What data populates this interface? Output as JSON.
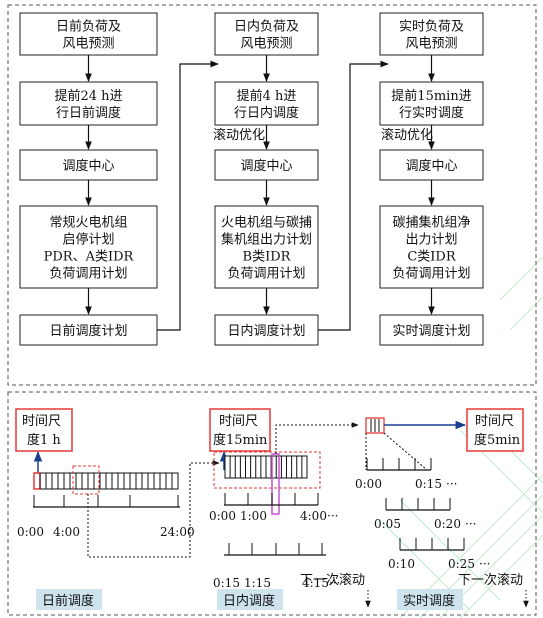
{
  "colors": {
    "box_border": "#222222",
    "dashed_border": "#555555",
    "red": "#e53935",
    "blue": "#1a3f8f",
    "magenta": "#c94fd6",
    "label_bg": "#cfe3ef",
    "watermark": "#a7e2b8"
  },
  "columns": [
    {
      "title": [
        "日前负荷及",
        "风电预测"
      ],
      "advance": [
        "提前24 h进",
        "行日前调度"
      ],
      "center": "调度中心",
      "plan": [
        "常规火电机组",
        "启停计划",
        "PDR、A类IDR",
        "负荷调用计划"
      ],
      "output": "日前调度计划"
    },
    {
      "title": [
        "日内负荷及",
        "风电预测"
      ],
      "advance": [
        "提前4 h进",
        "行日内调度"
      ],
      "rolling": "滚动优化",
      "center": "调度中心",
      "plan": [
        "火电机组与碳捕",
        "集机组出力计划",
        "B类IDR",
        "负荷调用计划"
      ],
      "output": "日内调度计划"
    },
    {
      "title": [
        "实时负荷及",
        "风电预测"
      ],
      "advance": [
        "提前15min进",
        "行实时调度"
      ],
      "rolling": "滚动优化",
      "center": "调度中心",
      "plan": [
        "碳捕集机组净",
        "出力计划",
        "C类IDR",
        "负荷调用计划"
      ],
      "output": "实时调度计划"
    }
  ],
  "timeline": {
    "day_ahead": {
      "scale": [
        "时间尺",
        "度1 h"
      ],
      "ticks": [
        "0:00",
        "4:00",
        "24:00"
      ],
      "label": "日前调度"
    },
    "intraday": {
      "scale": [
        "时间尺",
        "度15min"
      ],
      "row1": [
        "0:00",
        "1:00",
        "4:00"
      ],
      "row1_end": "···",
      "row2": [
        "0:15",
        "1:15",
        "4:15"
      ],
      "row2_end": "···",
      "next": "下一次滚动",
      "label": "日内调度"
    },
    "realtime": {
      "scale": [
        "时间尺",
        "度5min"
      ],
      "rows": [
        [
          "0:00",
          "0:15"
        ],
        [
          "0:05",
          "0:20"
        ],
        [
          "0:10",
          "0:25"
        ]
      ],
      "row_end": "···",
      "next": "下一次滚动",
      "label": "实时调度"
    }
  }
}
